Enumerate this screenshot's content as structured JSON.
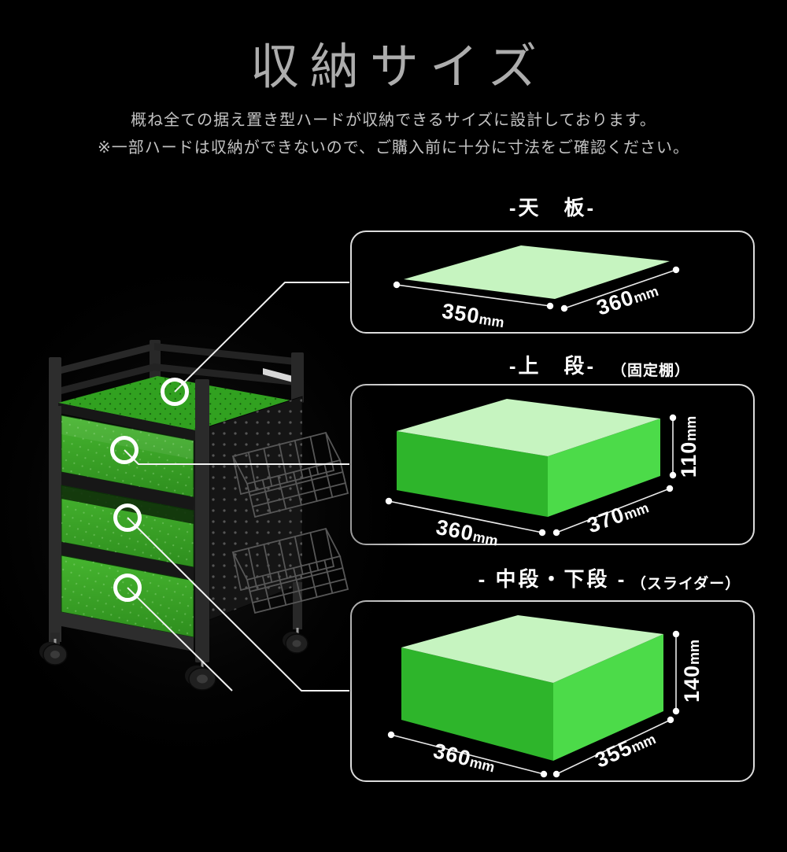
{
  "header": {
    "title": "収納サイズ",
    "description_line1": "概ね全ての据え置き型ハードが収納できるサイズに設計しております。",
    "description_line2": "※一部ハードは収納ができないので、ご購入前に十分に寸法をご確認ください。"
  },
  "panels": [
    {
      "title": "-天　板-",
      "subtitle": "",
      "dims": {
        "left": {
          "value": "350",
          "unit": "mm"
        },
        "right": {
          "value": "360",
          "unit": "mm"
        }
      }
    },
    {
      "title": "-上　段-",
      "subtitle": "（固定棚）",
      "dims": {
        "left": {
          "value": "360",
          "unit": "mm"
        },
        "right": {
          "value": "370",
          "unit": "mm"
        },
        "height": {
          "value": "110",
          "unit": "mm"
        }
      }
    },
    {
      "title": "- 中段・下段 -",
      "subtitle": "（スライダー）",
      "dims": {
        "left": {
          "value": "360",
          "unit": "mm"
        },
        "right": {
          "value": "355",
          "unit": "mm"
        },
        "height": {
          "value": "140",
          "unit": "mm"
        }
      }
    }
  ],
  "markers": [
    "top-board",
    "upper-drawer",
    "middle-drawer",
    "lower-drawer"
  ],
  "colors": {
    "bg": "#000000",
    "title_color": "#adadad",
    "desc_color": "#c3c3c3",
    "panel_border": "#dcdcdc",
    "label_color": "#ffffff",
    "line_color": "#f2f2f2",
    "dim_color": "#ffffff",
    "pale_green": "#c6f4c0",
    "box_left_green": "#2eb52b",
    "box_right_green": "#4cdb49",
    "board_green": "#31a120",
    "drawer_light": "#46b52f",
    "drawer_dark": "#2e8e1e"
  }
}
